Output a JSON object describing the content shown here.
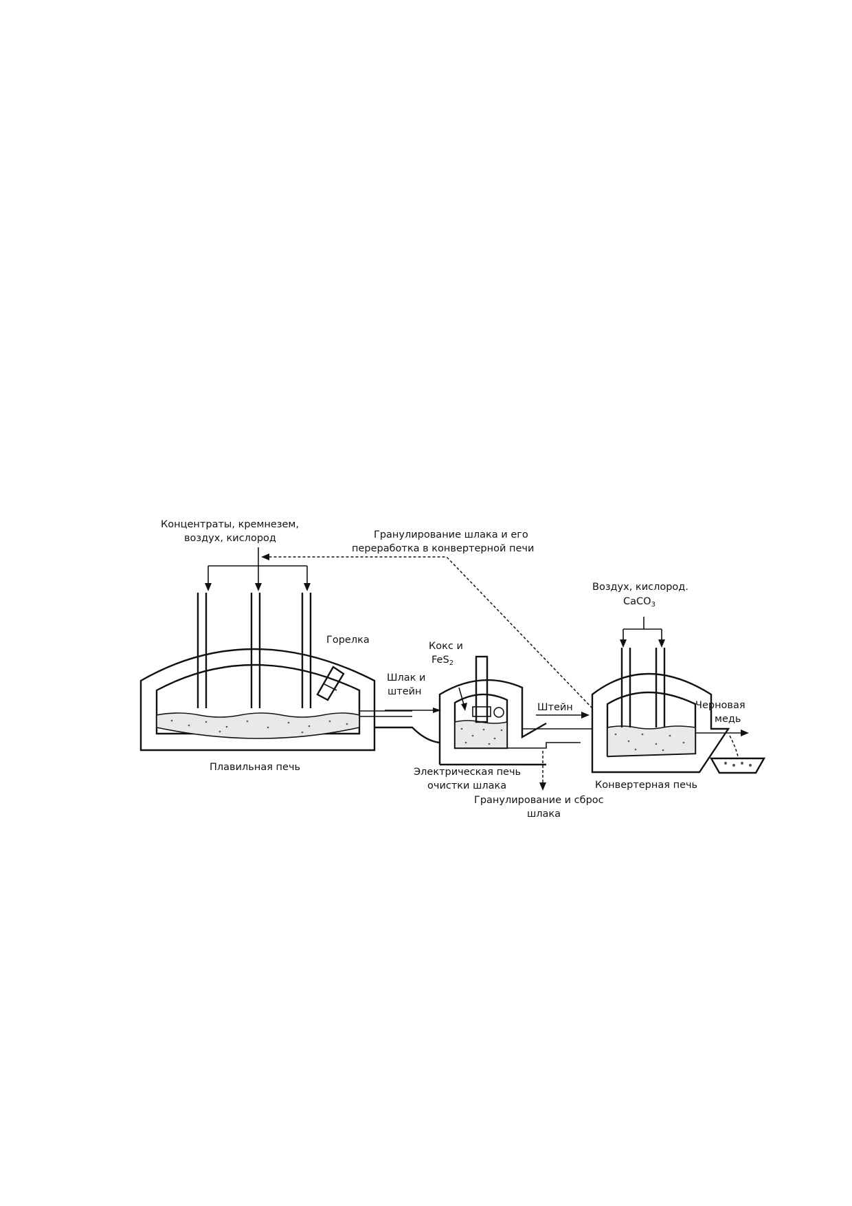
{
  "labels": {
    "feed_1": "Концентраты, кремнезем,",
    "feed_2": "воздух, кислород",
    "granulation_top_1": "Гранулирование шлака и его",
    "granulation_top_2": "переработка в конвертерной печи",
    "converter_feed_1": "Воздух, кислород.",
    "converter_feed_2": "CaCO",
    "converter_feed_2_sub": "3",
    "burner": "Горелка",
    "coke_1": "Кокс и",
    "coke_2": "FeS",
    "coke_2_sub": "2",
    "slag_matte_1": "Шлак и",
    "slag_matte_2": "штейн",
    "matte": "Штейн",
    "blister_1": "Черновая",
    "blister_2": "медь",
    "smelting_furnace": "Плавильная печь",
    "electric_furnace_1": "Электрическая печь",
    "electric_furnace_2": "очистки шлака",
    "converter_furnace": "Конвертерная печь",
    "granulation_bottom_1": "Гранулирование и сброс",
    "granulation_bottom_2": "шлака"
  }
}
